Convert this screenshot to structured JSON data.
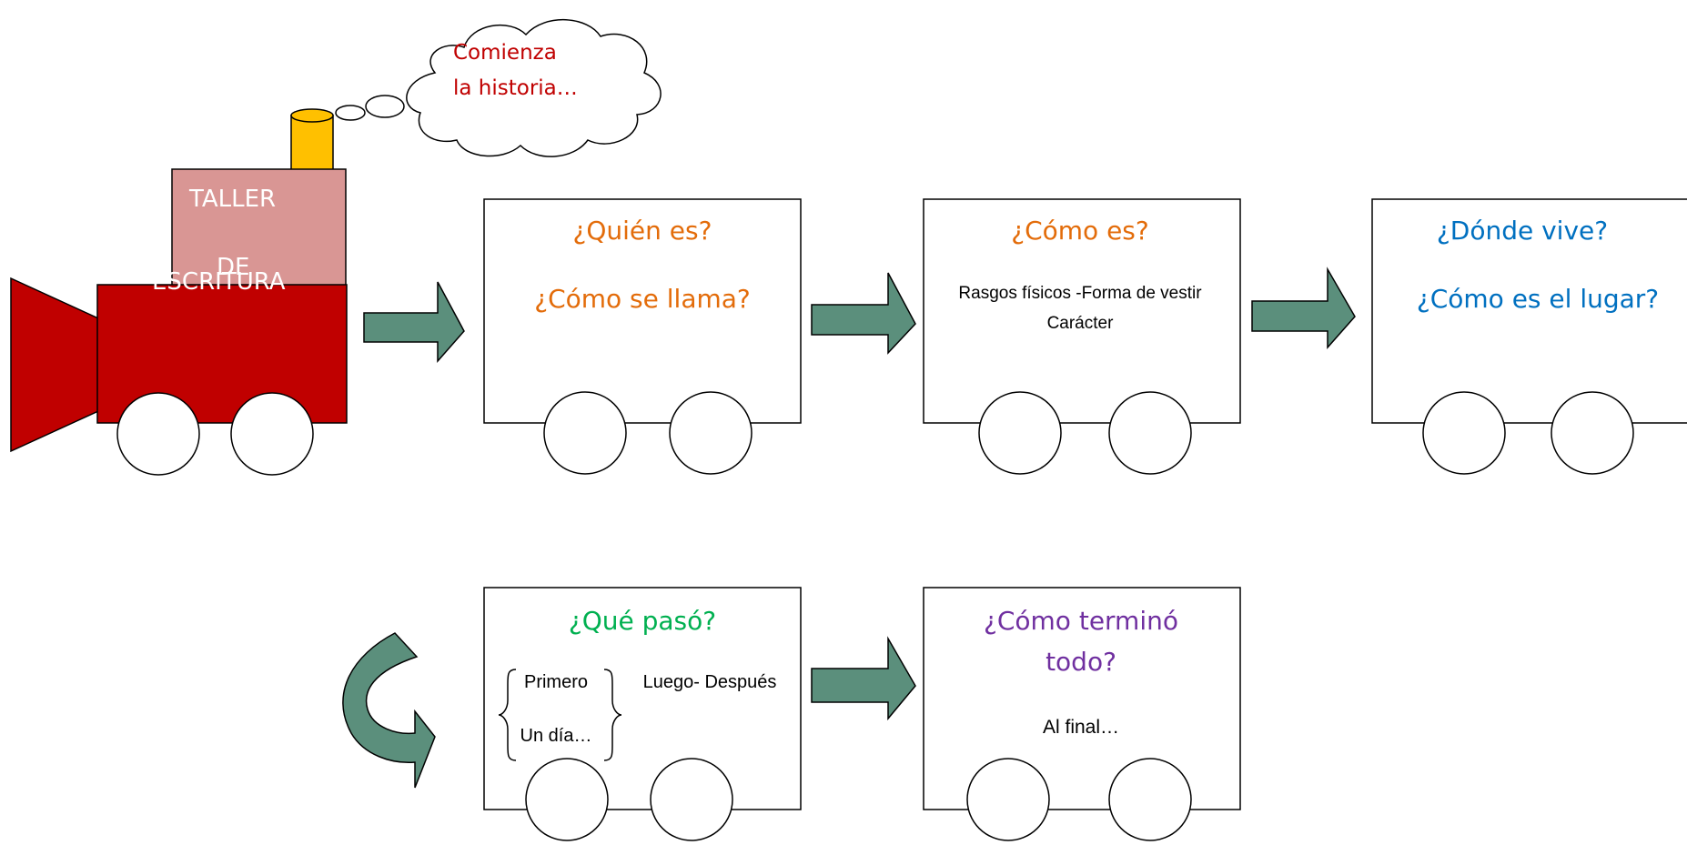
{
  "colors": {
    "engine_red": "#c00000",
    "cab_pink": "#d99694",
    "chimney_yellow": "#ffc000",
    "arrow_teal": "#5b8f7c",
    "orange": "#e36c0a",
    "blue": "#0070c0",
    "green": "#00b050",
    "purple": "#7030a0",
    "bubble_red": "#c00000",
    "ink": "#000000",
    "white": "#ffffff"
  },
  "locomotive": {
    "cab_line1": "TALLER",
    "cab_line2": "DE",
    "body_label": "ESCRITURA",
    "thought_line1": "Comienza",
    "thought_line2": "la historia…"
  },
  "wagons": [
    {
      "title": "¿Quién es?",
      "subtitle": "¿Cómo se llama?"
    },
    {
      "title": "¿Cómo es?",
      "line1": "Rasgos físicos -Forma de vestir",
      "line2": "Carácter"
    },
    {
      "title": "¿Dónde vive?",
      "subtitle": "¿Cómo es el lugar?"
    },
    {
      "title": "¿Qué pasó?",
      "brace_item1": "Primero",
      "brace_item2": "Un día…",
      "sequence": "Luego- Después"
    },
    {
      "title_line1": "¿Cómo terminó",
      "title_line2": "todo?",
      "ending": "Al final…"
    }
  ],
  "icons": {
    "arrow": "right-block-arrow-icon",
    "curved_arrow": "curved-down-right-arrow-icon",
    "cloud": "thought-cloud-icon"
  }
}
